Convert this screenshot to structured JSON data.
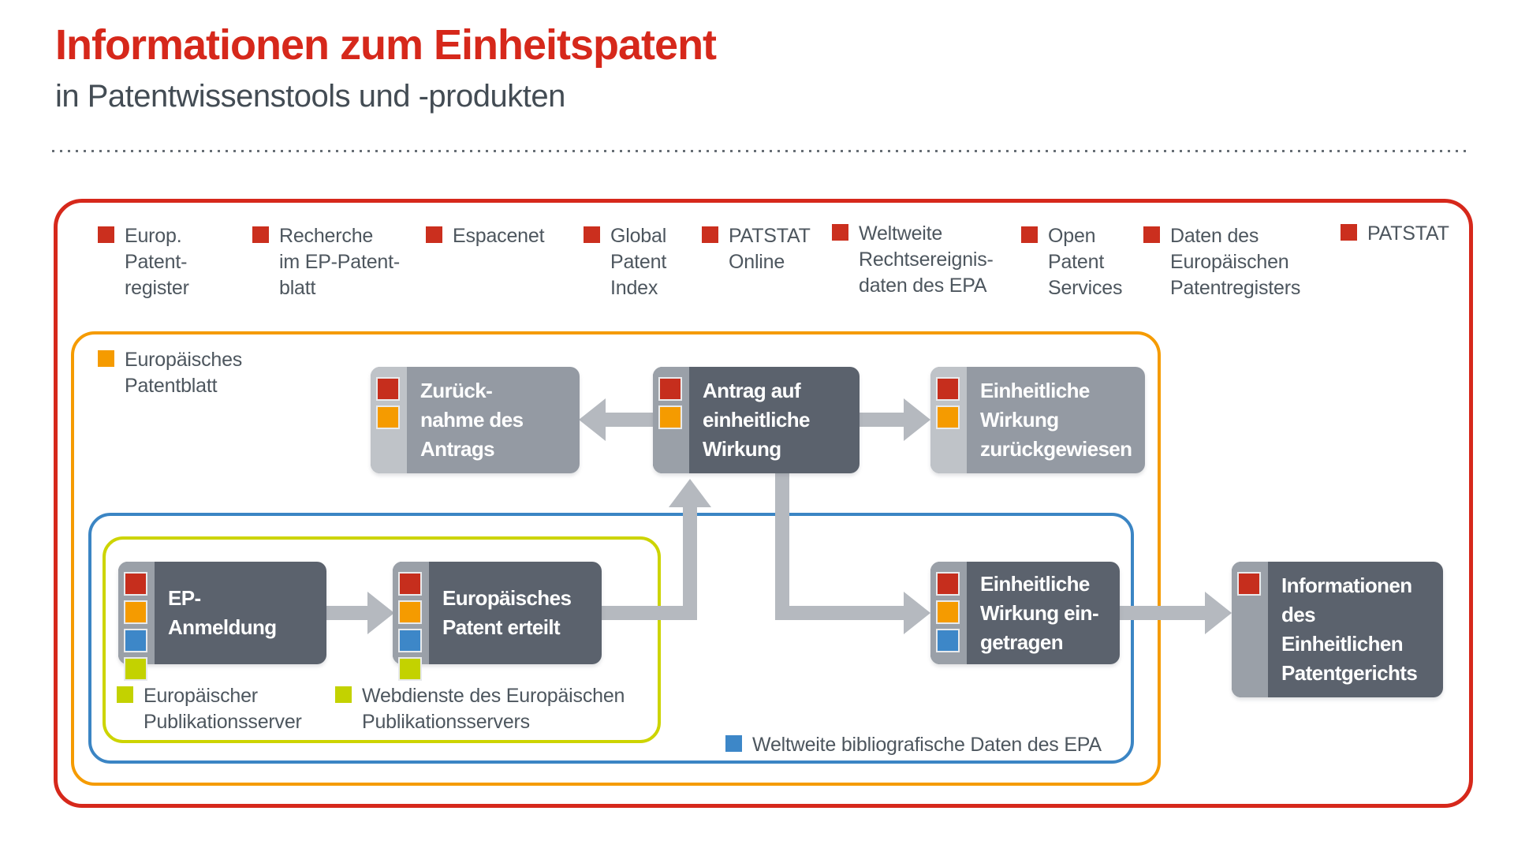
{
  "header": {
    "title": "Informationen zum Einheitspatent",
    "subtitle": "in Patentwissenstools und -produkten"
  },
  "colors": {
    "title_red": "#d6281b",
    "frame_red": "#d6281b",
    "frame_orange": "#f59b00",
    "frame_blue": "#3b85c4",
    "frame_yellowgreen": "#cdd400",
    "square_red": "#c62e1d",
    "square_orange": "#f59b00",
    "square_blue": "#3d87c8",
    "square_yellowgreen": "#c3d200",
    "node_dark_gray": "#5b626d",
    "node_light_gray": "#949aa3",
    "connector_gray": "#b5b9bf",
    "legend_text": "#4d565e"
  },
  "legend_red": {
    "items": [
      {
        "id": "europ-patentregister",
        "lines": [
          "Europ.",
          "Patent-",
          "register"
        ]
      },
      {
        "id": "recherche-ep-patentblatt",
        "lines": [
          "Recherche",
          "im EP-Patent-",
          "blatt"
        ]
      },
      {
        "id": "espacenet",
        "lines": [
          "Espacenet"
        ]
      },
      {
        "id": "global-patent-index",
        "lines": [
          "Global",
          "Patent",
          "Index"
        ]
      },
      {
        "id": "patstat-online",
        "lines": [
          "PATSTAT",
          "Online"
        ]
      },
      {
        "id": "weltweite-rechtsereignisdaten",
        "lines": [
          "Weltweite",
          "Rechtsereignis-",
          "daten des EPA"
        ]
      },
      {
        "id": "open-patent-services",
        "lines": [
          "Open",
          "Patent",
          "Services"
        ]
      },
      {
        "id": "daten-europ-patentregister",
        "lines": [
          "Daten des",
          "Europäischen",
          "Patentregisters"
        ]
      },
      {
        "id": "patstat",
        "lines": [
          "PATSTAT"
        ]
      }
    ]
  },
  "legend_orange": {
    "lines": [
      "Europäisches",
      "Patentblatt"
    ]
  },
  "legend_yellow": {
    "items": [
      {
        "lines": [
          "Europäischer",
          "Publikationsserver"
        ]
      },
      {
        "lines": [
          "Webdienste des Europäischen",
          "Publikationsservers"
        ]
      }
    ]
  },
  "legend_blue": {
    "label": "Weltweite bibliografische Daten des EPA"
  },
  "nodes": {
    "zuruecknahme": {
      "lines": [
        "Zurück-",
        "nahme des",
        "Antrags"
      ],
      "squares": [
        "red",
        "orange"
      ]
    },
    "antrag": {
      "lines": [
        "Antrag auf",
        "einheitliche",
        "Wirkung"
      ],
      "squares": [
        "red",
        "orange"
      ]
    },
    "zurueckgewiesen": {
      "lines": [
        "Einheitliche",
        "Wirkung",
        "zurückgewiesen"
      ],
      "squares": [
        "red",
        "orange"
      ]
    },
    "ep_anmeldung": {
      "lines": [
        "EP-",
        "Anmeldung"
      ],
      "squares": [
        "red",
        "orange",
        "blue",
        "yellowgreen"
      ]
    },
    "patent_erteilt": {
      "lines": [
        "Europäisches",
        "Patent erteilt"
      ],
      "squares": [
        "red",
        "orange",
        "blue",
        "yellowgreen"
      ]
    },
    "eingetragen": {
      "lines": [
        "Einheitliche",
        "Wirkung ein-",
        "getragen"
      ],
      "squares": [
        "red",
        "orange",
        "blue"
      ]
    },
    "patentgericht": {
      "lines": [
        "Informationen",
        "des",
        "Einheitlichen",
        "Patentgerichts"
      ],
      "squares": [
        "red"
      ]
    }
  }
}
